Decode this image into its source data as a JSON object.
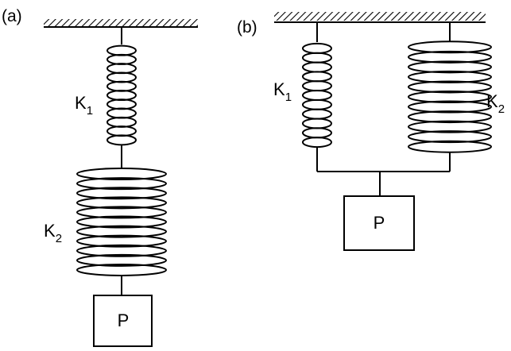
{
  "panel_a": {
    "label": "(a)",
    "spring_top": {
      "symbol": "K",
      "subscript": "1"
    },
    "spring_bottom": {
      "symbol": "K",
      "subscript": "2"
    },
    "mass_label": "P"
  },
  "panel_b": {
    "label": "(b)",
    "spring_left": {
      "symbol": "K",
      "subscript": "1"
    },
    "spring_right": {
      "symbol": "K",
      "subscript": "2"
    },
    "mass_label": "P"
  },
  "colors": {
    "line": "#000000",
    "background": "#ffffff"
  }
}
